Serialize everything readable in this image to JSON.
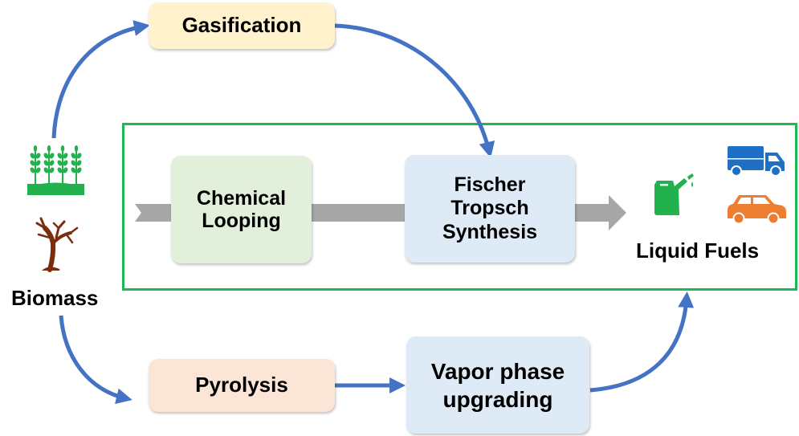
{
  "diagram": {
    "feedstock": {
      "label": "Biomass",
      "icons": [
        "wheat-crop-icon",
        "tree-icon"
      ]
    },
    "processes": {
      "gasification": {
        "label": "Gasification"
      },
      "chemical_looping": {
        "lines": [
          "Chemical",
          "Looping"
        ]
      },
      "fischer_tropsch": {
        "lines": [
          "Fischer",
          "Tropsch",
          "Synthesis"
        ]
      },
      "pyrolysis": {
        "label": "Pyrolysis"
      },
      "vapor_phase": {
        "lines": [
          "Vapor phase",
          "upgrading"
        ]
      }
    },
    "product": {
      "label": "Liquid Fuels",
      "icons": [
        "fuel-can-icon",
        "truck-icon",
        "car-icon"
      ]
    },
    "connections": [
      {
        "from": "Biomass",
        "to": "Gasification"
      },
      {
        "from": "Gasification",
        "to": "Fischer Tropsch Synthesis"
      },
      {
        "from": "Chemical Looping",
        "to": "Fischer Tropsch Synthesis"
      },
      {
        "from": "Fischer Tropsch Synthesis",
        "to": "Liquid Fuels"
      },
      {
        "from": "Biomass",
        "to": "Pyrolysis"
      },
      {
        "from": "Pyrolysis",
        "to": "Vapor phase upgrading"
      },
      {
        "from": "Vapor phase upgrading",
        "to": "Liquid Fuels"
      }
    ],
    "colors": {
      "arrow_blue": "#4472c4",
      "flow_gray": "#a6a6a6",
      "frame_green": "#1db954",
      "gasification_fill": "#fff2cc",
      "chemical_looping_fill": "#e2efda",
      "fischer_tropsch_fill": "#deebf7",
      "pyrolysis_fill": "#fbe5d6",
      "vapor_phase_fill": "#deebf7",
      "crop_green": "#22b14c",
      "tree_brown": "#7b2d0e",
      "truck_blue": "#1f6fc5",
      "car_orange": "#ed7d31",
      "can_green": "#22b14c"
    }
  }
}
